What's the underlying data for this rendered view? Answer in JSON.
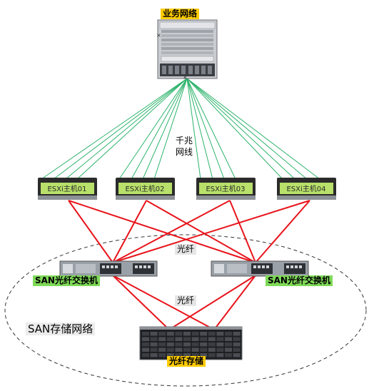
{
  "top_network_label": "业务网络",
  "gigabit_label_line1": "千兆",
  "gigabit_label_line2": "网线",
  "hosts": [
    {
      "label": "ESXi主机01"
    },
    {
      "label": "ESXi主机02"
    },
    {
      "label": "ESXi主机03"
    },
    {
      "label": "ESXi主机04"
    }
  ],
  "fiber_label_upper": "光纤",
  "fiber_label_lower": "光纤",
  "san_switches": [
    {
      "label": "SAN光纤交换机"
    },
    {
      "label": "SAN光纤交换机"
    }
  ],
  "san_network_label": "SAN存储网络",
  "storage_label": "光纤存储",
  "colors": {
    "ethernet_link": "#2db36b",
    "fiber_link": "#e8141b",
    "host_screen": "#b8e06a",
    "top_label_bg": "#ffcc00",
    "switch_label_bg": "#7ed957"
  }
}
